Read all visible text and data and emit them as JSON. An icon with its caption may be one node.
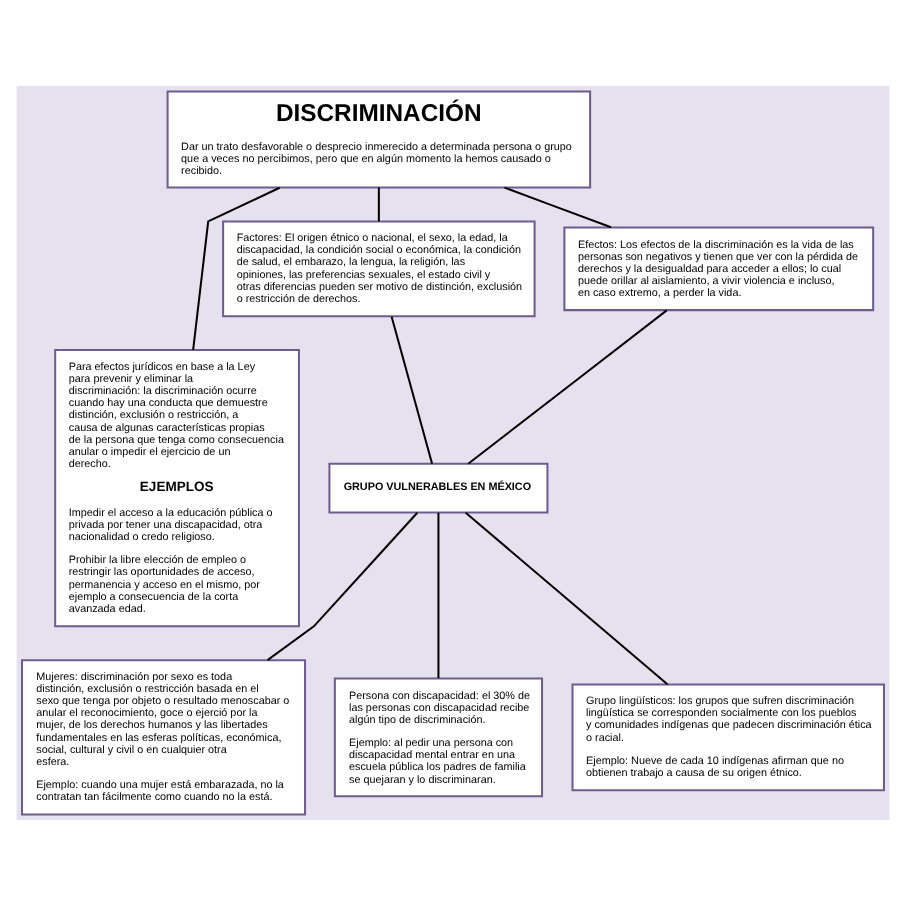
{
  "diagram": {
    "nodes": [
      {
        "text": [
          "DISCRIMINACIÓN",
          "Dar un trato desfavorable o desprecio inmerecido a determinada persona o grupo que a veces no percibimos, pero que en algún momento la hemos causado o recibido."
        ]
      },
      {
        "text": [
          "Factores: El origen étnico o nacional, el sexo, la edad, la discapacidad, la condición social o económica, la condición de salud, el embarazo, la lengua, la religión, las opiniones, las preferencias sexuales, el estado civil y otras diferencias pueden ser motivo de distinción, exclusión o restricción de derechos."
        ]
      },
      {
        "text": [
          "Efectos: Los efectos de la discriminación es la vida de las personas son negativos y tienen que ver con la pérdida de derechos y la desigualdad para acceder a ellos; lo cual puede orillar al aislamiento, a vivir violencia e incluso, en caso extremo, a perder la vida."
        ]
      },
      {
        "text": [
          "Para efectos jurídicos en base a la Ley para prevenir y eliminar la discriminación: la discriminación ocurre cuando hay una conducta que demuestre distinción, exclusión o restricción, a causa de algunas características propias de la persona que tenga como consecuencia anular o impedir el ejercicio de un derecho.",
          "EJEMPLOS",
          "Impedir el acceso a la educación pública o privada por tener una discapacidad, otra nacionalidad o credo religioso.",
          "Prohibir la libre elección de empleo o restringir las oportunidades de acceso, permanencia y acceso en el mismo, por ejemplo a consecuencia de la corta avanzada edad."
        ]
      },
      {
        "text": [
          "GRUPO VULNERABLES EN MÉXICO"
        ]
      },
      {
        "text": [
          "Mujeres: discriminación por sexo es toda distinción, exclusión o restricción basada en el sexo que tenga por objeto o resultado menoscabar o anular el reconocimiento, goce o ejerció por la mujer, de los derechos humanos y las libertades fundamentales en las esferas políticas, económica, social, cultural y civil o en cualquier otra esfera.",
          "Ejemplo: cuando una mujer está embarazada, no la contratan tan fácilmente como cuando no la está."
        ]
      },
      {
        "text": [
          "Persona con discapacidad: el 30% de las personas con discapacidad recibe algún tipo de discriminación.",
          "Ejemplo: al pedir una persona con discapacidad mental entrar en una escuela pública los padres de familia se quejaran y lo discriminaran."
        ]
      },
      {
        "text": [
          "Grupo lingüísticos: los grupos que sufren discriminación lingüística se corresponden socialmente con los pueblos y comunidades indígenas que padecen discriminación ética o racial.",
          "Ejemplo: Nueve de cada 10 indígenas afirman que no obtienen trabajo a causa de su origen étnico."
        ]
      }
    ],
    "edges": [
      {
        "from": 0,
        "to": 1,
        "arrow": "none"
      },
      {
        "from": 0,
        "to": 2,
        "arrow": "none"
      },
      {
        "from": 0,
        "to": 3,
        "arrow": "none"
      },
      {
        "from": 1,
        "to": 4,
        "arrow": "none"
      },
      {
        "from": 2,
        "to": 4,
        "arrow": "none"
      },
      {
        "from": 4,
        "to": 5,
        "arrow": "none"
      },
      {
        "from": 4,
        "to": 6,
        "arrow": "none"
      },
      {
        "from": 4,
        "to": 7,
        "arrow": "none"
      }
    ]
  }
}
